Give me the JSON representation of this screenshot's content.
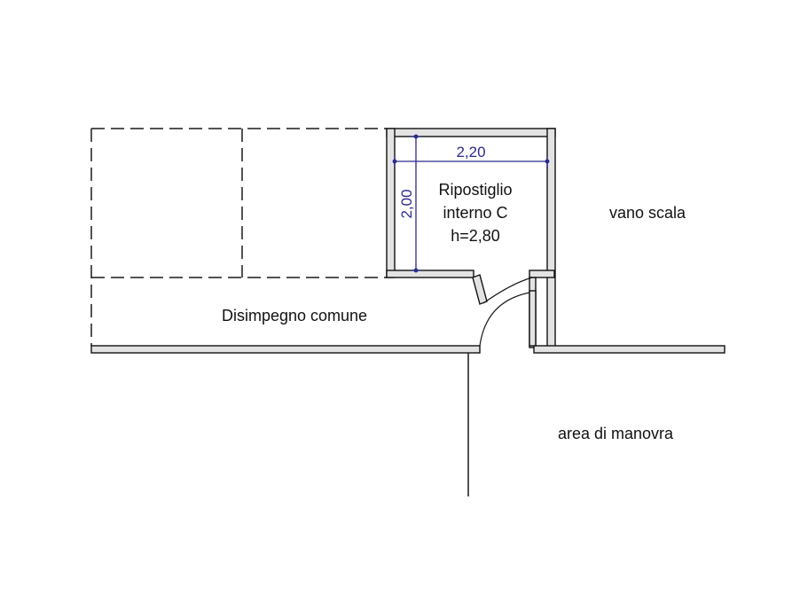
{
  "plan": {
    "room": {
      "name": "Ripostiglio",
      "unit": "interno C",
      "height": "h=2,80"
    },
    "dimensions": {
      "width": "2,20",
      "depth": "2,00"
    },
    "areas": {
      "corridor": "Disimpegno comune",
      "stairwell": "vano scala",
      "maneuver": "area di manovra"
    },
    "colors": {
      "dimension": "#2a2a8c",
      "wall_fill": "#e3e3e3",
      "line": "#1a1a1a"
    }
  }
}
